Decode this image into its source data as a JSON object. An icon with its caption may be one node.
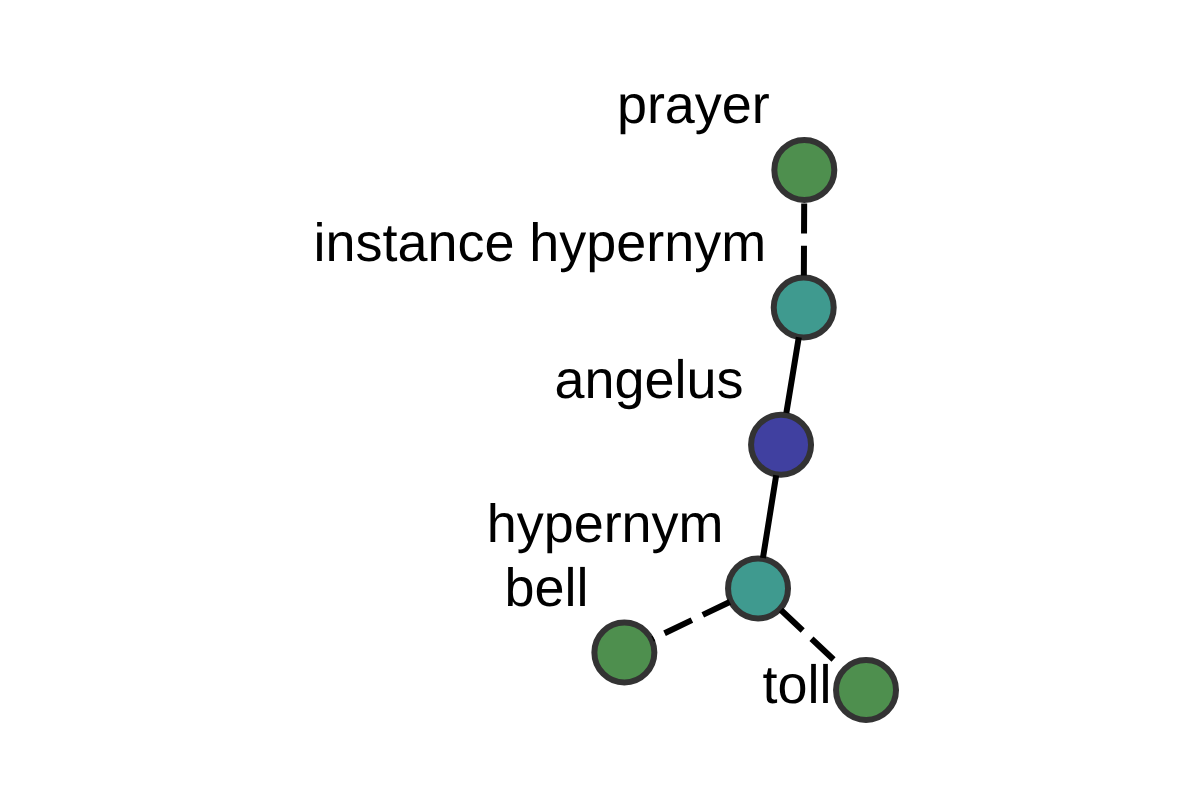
{
  "diagram": {
    "nodes": [
      {
        "text": [
          "bell"
        ]
      },
      {
        "text": [
          "hypernym"
        ]
      },
      {
        "text": [
          "toll"
        ]
      },
      {
        "text": [
          "angelus"
        ]
      },
      {
        "text": [
          "instance hypernym"
        ]
      },
      {
        "text": [
          "prayer"
        ]
      }
    ],
    "edges": [
      {
        "from": 3,
        "to": 1,
        "arrow": "none"
      },
      {
        "from": 1,
        "to": 0,
        "arrow": "none",
        "style": "dashed"
      },
      {
        "from": 1,
        "to": 2,
        "arrow": "none",
        "style": "dashed"
      },
      {
        "from": 3,
        "to": 4,
        "arrow": "none"
      },
      {
        "from": 4,
        "to": 5,
        "arrow": "none",
        "style": "dashed"
      }
    ]
  }
}
